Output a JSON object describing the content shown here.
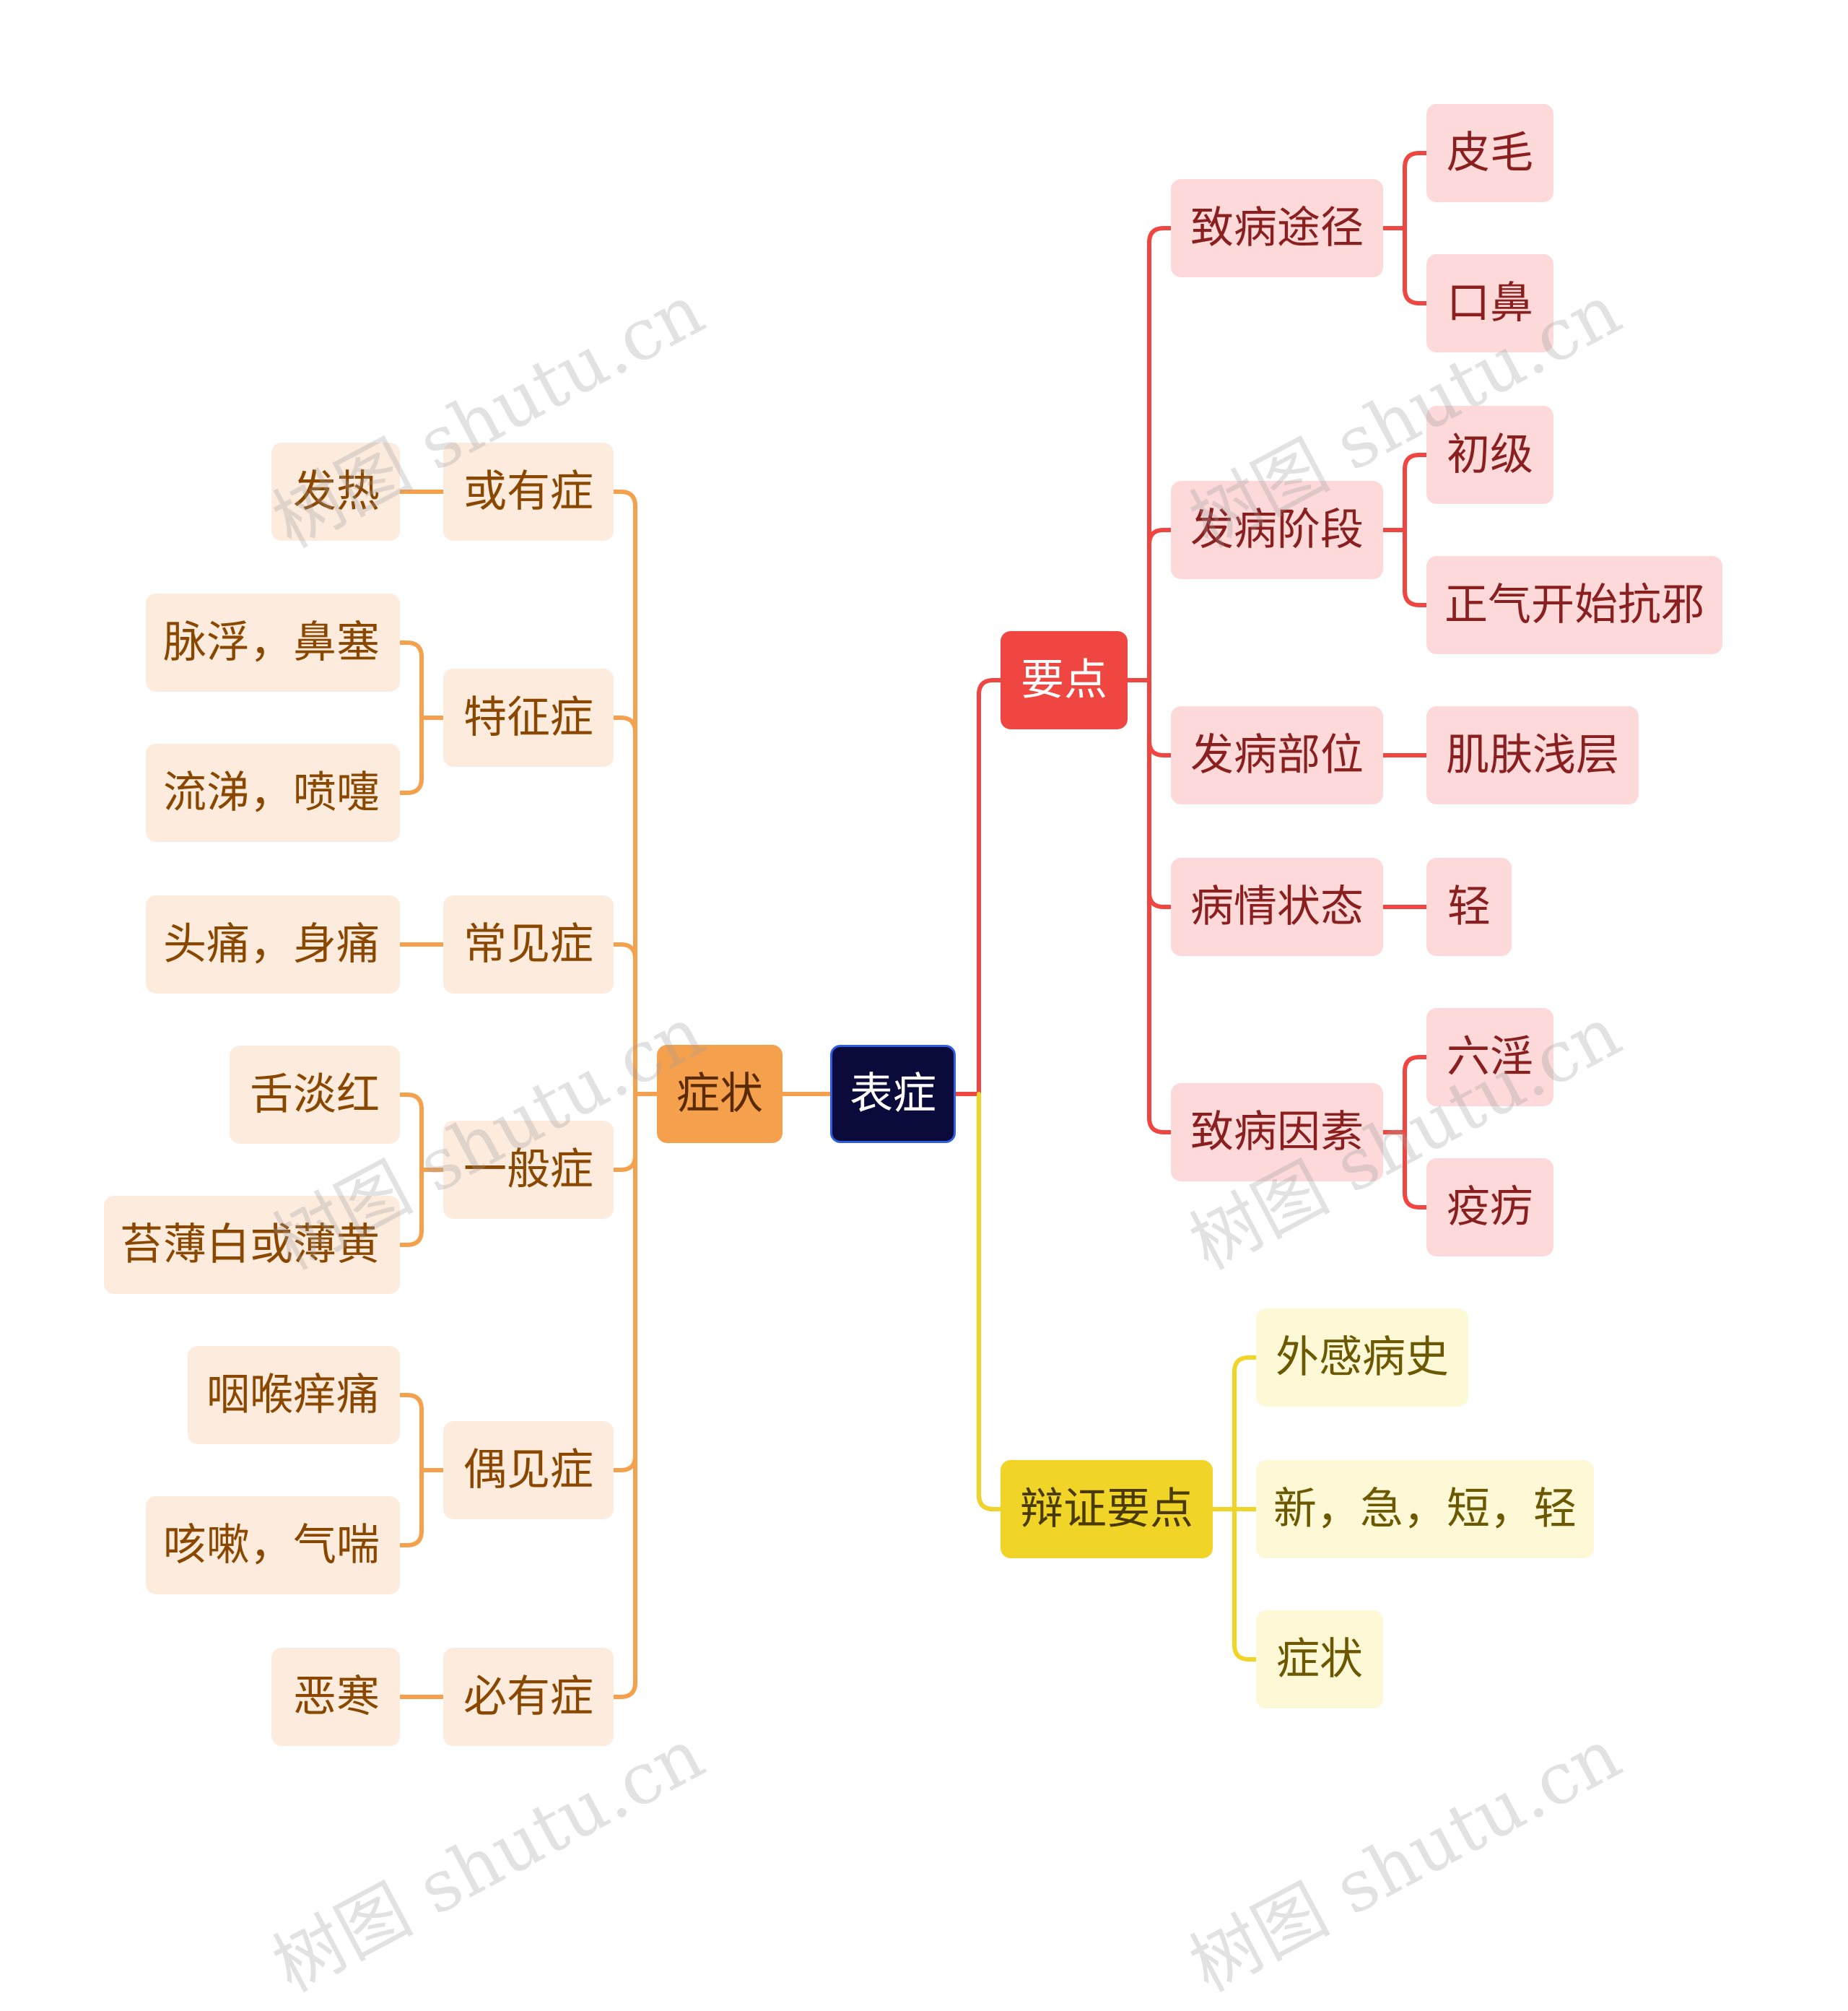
{
  "root": "表症",
  "branches": {
    "symptoms": {
      "label": "症状",
      "groups": [
        {
          "label": "或有症",
          "items": [
            "发热"
          ]
        },
        {
          "label": "特征症",
          "items": [
            "脉浮，鼻塞",
            "流涕，喷嚏"
          ]
        },
        {
          "label": "常见症",
          "items": [
            "头痛，身痛"
          ]
        },
        {
          "label": "一般症",
          "items": [
            "舌淡红",
            "苔薄白或薄黄"
          ]
        },
        {
          "label": "偶见症",
          "items": [
            "咽喉痒痛",
            "咳嗽，气喘"
          ]
        },
        {
          "label": "必有症",
          "items": [
            "恶寒"
          ]
        }
      ]
    },
    "key_points": {
      "label": "要点",
      "groups": [
        {
          "label": "致病途径",
          "items": [
            "皮毛",
            "口鼻"
          ]
        },
        {
          "label": "发病阶段",
          "items": [
            "初级",
            "正气开始抗邪"
          ]
        },
        {
          "label": "发病部位",
          "items": [
            "肌肤浅层"
          ]
        },
        {
          "label": "病情状态",
          "items": [
            "轻"
          ]
        },
        {
          "label": "致病因素",
          "items": [
            "六淫",
            "疫疠"
          ]
        }
      ]
    },
    "diagnosis": {
      "label": "辩证要点",
      "items": [
        "外感病史",
        "新，急，短，轻",
        "症状"
      ]
    }
  },
  "colors": {
    "root": "#0b0b3b",
    "symptoms": "#f5a04d",
    "key_points": "#f04641",
    "diagnosis": "#f0d528"
  },
  "watermark": "树图 shutu.cn"
}
